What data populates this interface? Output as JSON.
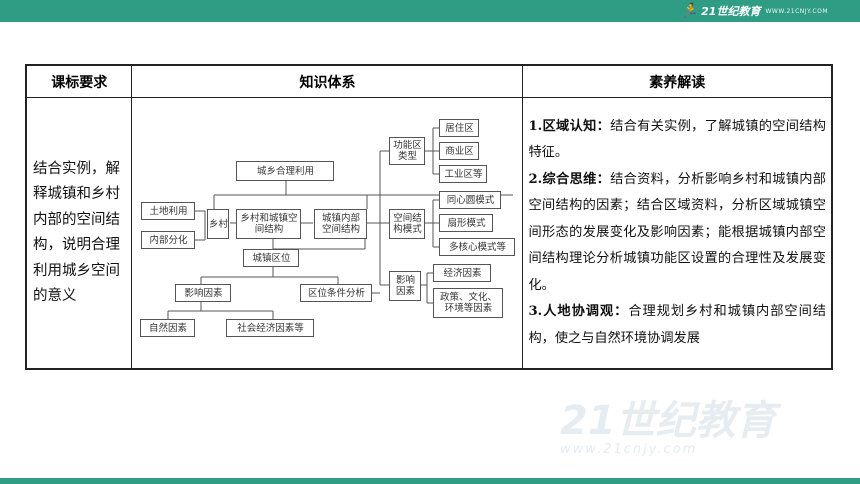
{
  "header": {
    "logo_text": "21世纪教育",
    "logo_url": "WWW.21CNJY.COM"
  },
  "watermark": {
    "text": "21世纪教育",
    "url": "www.21cnjy.com"
  },
  "table": {
    "headers": [
      "课标要求",
      "知识体系",
      "素养解读"
    ],
    "requirement": "结合实例，解释城镇和乡村内部的空间结构，说明合理利用城乡空间的意义",
    "interpretation": [
      {
        "label": "1.区域认知：",
        "text": "结合有关实例，了解城镇的空间结构特征。"
      },
      {
        "label": "2.综合思维：",
        "text": "结合资料，分析影响乡村和城镇内部空间结构的因素；结合区域资料，分析区域城镇空间形态的发展变化及影响因素；能根据城镇内部空间结构理论分析城镇功能区设置的合理性及发展变化。"
      },
      {
        "label": "3.人地协调观：",
        "text": "合理规划乡村和城镇内部空间结构，使之与自然环境协调发展"
      }
    ]
  },
  "diagram": {
    "root": "城乡合理利用",
    "land_use": "土地利用",
    "internal": "内部分化",
    "rural": "乡村",
    "structure": "乡村和城镇空间结构",
    "urban_structure": "城镇内部空间结构",
    "location": "城镇区位",
    "factors": "影响因素",
    "natural": "自然因素",
    "socio": "社会经济因素等",
    "analysis": "区位条件分析",
    "func_types": "功能区类型",
    "residential": "居住区",
    "commercial": "商业区",
    "industrial": "工业区等",
    "models": "空间结构模式",
    "concentric": "同心圆模式",
    "sector": "扇形模式",
    "multi": "多核心模式等",
    "influence": "影响因素",
    "economic": "经济因素",
    "policy": "政策、文化、环境等因素"
  }
}
